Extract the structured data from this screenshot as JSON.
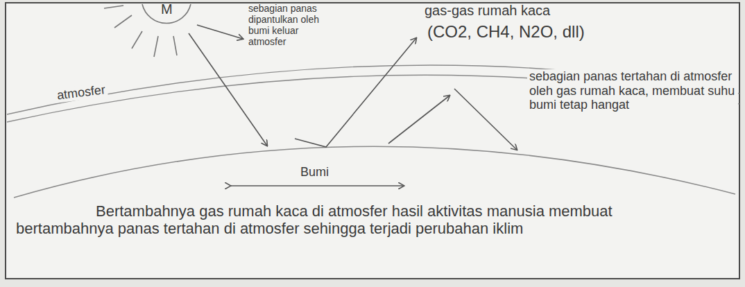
{
  "diagram": {
    "labels": [
      "M",
      "sebagian panas dipantulkan oleh bumi keluar atmosfer",
      "gas-gas rumah kaca",
      "(CO2, CH4, N2O, dll)",
      "atmosfer",
      "sebagian panas tertahan di atmosfer oleh gas rumah kaca, membuat suhu bumi tetap hangat",
      "Bumi",
      "Bertambahnya gas rumah kaca di atmosfer hasil aktivitas manusia membuat bertambahnya panas tertahan di atmosfer sehingga terjadi perubahan iklim"
    ]
  }
}
